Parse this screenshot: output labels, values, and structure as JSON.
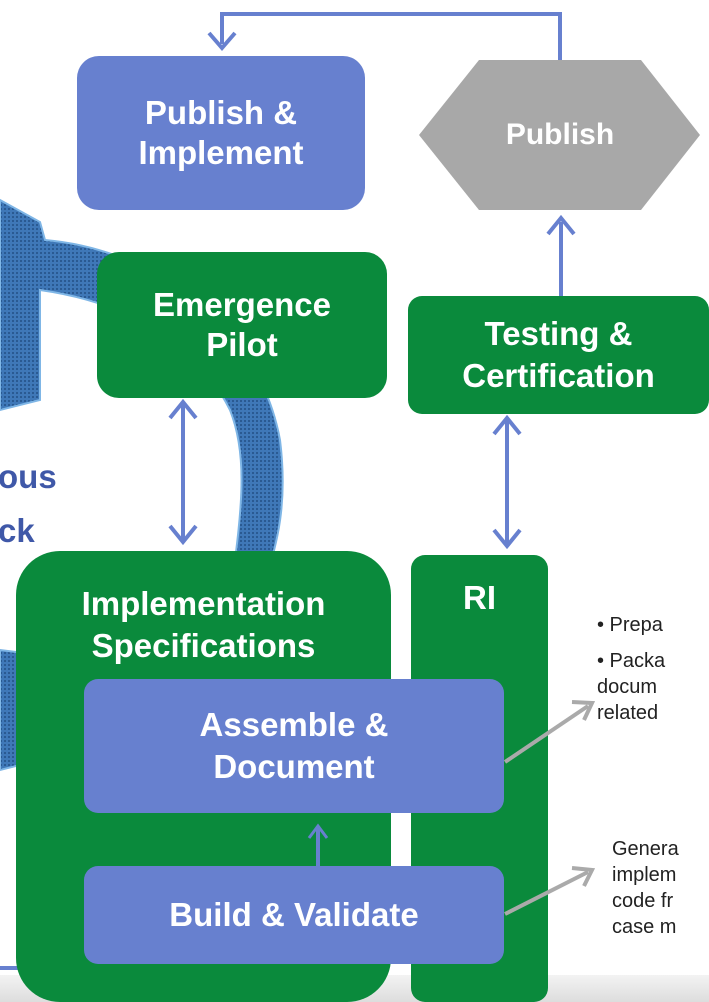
{
  "nodes": {
    "publish_implement": [
      "Publish &",
      "Implement"
    ],
    "publish_decision": "Publish",
    "emergence_pilot": [
      "Emergence",
      "Pilot"
    ],
    "testing_certification": [
      "Testing &",
      "Certification"
    ],
    "implementation_specifications": [
      "Implementation",
      "Specifications"
    ],
    "assemble_document": [
      "Assemble &",
      "Document"
    ],
    "build_validate": "Build & Validate",
    "ri": "RI"
  },
  "partial_labels": [
    "ous",
    "ck"
  ],
  "notes": {
    "assemble": [
      "• Prepa",
      "• Packa",
      "docum",
      "related"
    ],
    "build": [
      "Genera",
      "implem",
      "code fr",
      "case m"
    ]
  },
  "colors": {
    "blue_box": "#6780cf",
    "green_box": "#0a8a3c",
    "decision": "#a8a8a8",
    "connector": "#6780cf",
    "callout_arrow": "#aaaaaa",
    "feedback_arrow": "#2c5f9e"
  }
}
